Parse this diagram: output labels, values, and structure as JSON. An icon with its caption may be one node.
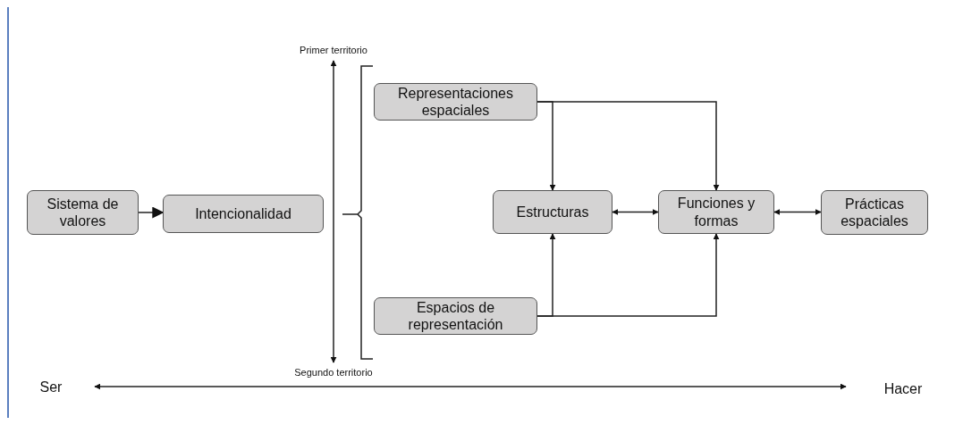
{
  "diagram": {
    "nodes": [
      {
        "text": [
          "Sistema de valores"
        ]
      },
      {
        "text": [
          "Intencionalidad"
        ]
      },
      {
        "text": [
          "Representaciones espaciales"
        ]
      },
      {
        "text": [
          "Estructuras"
        ]
      },
      {
        "text": [
          "Funciones y formas"
        ]
      },
      {
        "text": [
          "Prácticas espaciales"
        ]
      },
      {
        "text": [
          "Espacios de representación"
        ]
      }
    ],
    "edges": [
      {
        "from": 0,
        "to": 1,
        "arrow": "to"
      },
      {
        "from": 2,
        "to": 3,
        "arrow": "to"
      },
      {
        "from": 2,
        "to": 4,
        "arrow": "to"
      },
      {
        "from": 6,
        "to": 3,
        "arrow": "to"
      },
      {
        "from": 6,
        "to": 4,
        "arrow": "to"
      },
      {
        "from": 3,
        "to": 4,
        "arrow": "both"
      },
      {
        "from": 4,
        "to": 5,
        "arrow": "both"
      }
    ],
    "labels": [
      "Primer territorio",
      "Segundo territorio",
      "Ser",
      "Hacer"
    ]
  }
}
